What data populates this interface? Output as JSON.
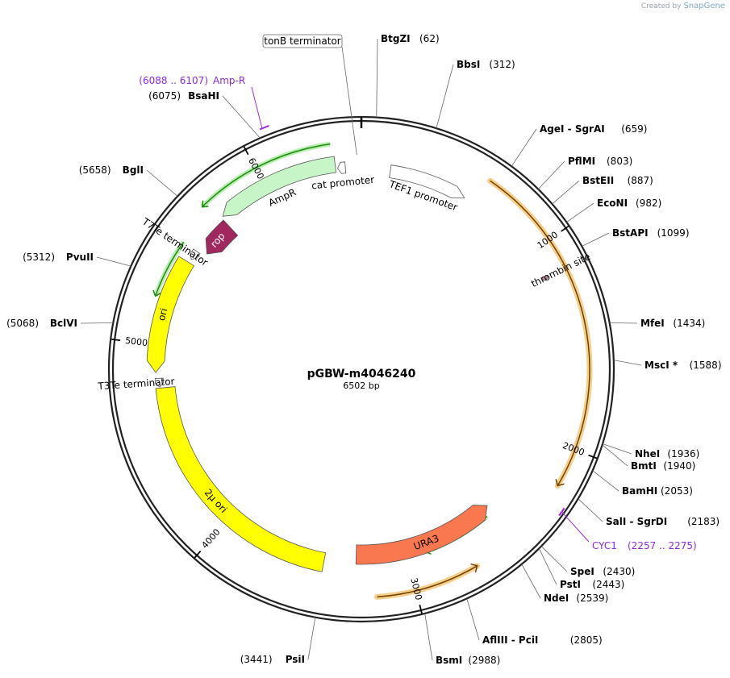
{
  "credit": {
    "prefix": "Created by",
    "brand": "SnapGene"
  },
  "plasmid": {
    "name": "pGBW-m4046240",
    "length_label": "6502 bp",
    "length": 6502
  },
  "colors": {
    "ring": "#222222",
    "orf": "#f0a818",
    "ampr": "#c8f5c8",
    "ori": "#ffff00",
    "ura3": "#fa7850",
    "rop": "#a0285f",
    "primer": "#9b30d9",
    "green": "#208a10"
  },
  "ticks": [
    {
      "bp": 1000,
      "label": "1000"
    },
    {
      "bp": 2000,
      "label": "2000"
    },
    {
      "bp": 3000,
      "label": "3000"
    },
    {
      "bp": 4000,
      "label": "4000"
    },
    {
      "bp": 5000,
      "label": "5000"
    },
    {
      "bp": 6000,
      "label": "6000"
    }
  ],
  "sites": [
    {
      "bp": 62,
      "name": "BtgZI",
      "pos": "(62)",
      "side": "R"
    },
    {
      "bp": 312,
      "name": "BbsI",
      "pos": "(312)",
      "side": "R"
    },
    {
      "bp": 659,
      "name": "AgeI - SgrAI",
      "pos": "(659)",
      "side": "R"
    },
    {
      "bp": 803,
      "name": "PflMI",
      "pos": "(803)",
      "side": "R"
    },
    {
      "bp": 887,
      "name": "BstEII",
      "pos": "(887)",
      "side": "R"
    },
    {
      "bp": 982,
      "name": "EcoNI",
      "pos": "(982)",
      "side": "R"
    },
    {
      "bp": 1099,
      "name": "BstAPI",
      "pos": "(1099)",
      "side": "R"
    },
    {
      "bp": 1434,
      "name": "MfeI",
      "pos": "(1434)",
      "side": "R"
    },
    {
      "bp": 1588,
      "name": "MscI *",
      "pos": "(1588)",
      "side": "R"
    },
    {
      "bp": 1936,
      "name": "NheI",
      "pos": "(1936)",
      "side": "R"
    },
    {
      "bp": 1940,
      "name": "BmtI",
      "pos": "(1940)",
      "side": "R"
    },
    {
      "bp": 2053,
      "name": "BamHI",
      "pos": "(2053)",
      "side": "R"
    },
    {
      "bp": 2183,
      "name": "SalI - SgrDI",
      "pos": "(2183)",
      "side": "R"
    },
    {
      "bp": 2430,
      "name": "SpeI",
      "pos": "(2430)",
      "side": "R"
    },
    {
      "bp": 2443,
      "name": "PstI",
      "pos": "(2443)",
      "side": "R"
    },
    {
      "bp": 2539,
      "name": "NdeI",
      "pos": "(2539)",
      "side": "R"
    },
    {
      "bp": 2805,
      "name": "AflIII - PciI",
      "pos": "(2805)",
      "side": "R"
    },
    {
      "bp": 2988,
      "name": "BsmI",
      "pos": "(2988)",
      "side": "R"
    },
    {
      "bp": 3441,
      "name": "PsiI",
      "pos": "(3441)",
      "side": "L"
    },
    {
      "bp": 5068,
      "name": "BclVI",
      "pos": "(5068)",
      "side": "L"
    },
    {
      "bp": 5312,
      "name": "PvuII",
      "pos": "(5312)",
      "side": "L"
    },
    {
      "bp": 5658,
      "name": "BglI",
      "pos": "(5658)",
      "side": "L"
    },
    {
      "bp": 6075,
      "name": "BsaHI",
      "pos": "(6075)",
      "side": "L"
    }
  ],
  "primers": [
    {
      "name": "Amp-R",
      "range": "(6088 .. 6107)",
      "start": 6088,
      "end": 6107
    },
    {
      "name": "CYC1",
      "range": "(2257 .. 2275)",
      "start": 2257,
      "end": 2275
    }
  ],
  "boxed_label": {
    "text": "tonB terminator",
    "bp": 6480
  },
  "features": [
    {
      "name": "TEF1 promoter",
      "start": 150,
      "end": 560,
      "dir": 1,
      "type": "promoter"
    },
    {
      "name": "thrombin site",
      "start": 1140,
      "end": 1160,
      "dir": 1,
      "type": "site"
    },
    {
      "name": "URA3",
      "start": 2480,
      "end": 3280,
      "dir": -1,
      "type": "ura3"
    },
    {
      "name": "2μ ori",
      "start": 3450,
      "end": 4780,
      "dir": 0,
      "type": "ori"
    },
    {
      "name": "T3Te terminator",
      "start": 4785,
      "end": 4830,
      "dir": -1,
      "type": "term"
    },
    {
      "name": "ori",
      "start": 4860,
      "end": 5450,
      "dir": -1,
      "type": "ori"
    },
    {
      "name": "T7Te terminator",
      "start": 5470,
      "end": 5520,
      "dir": -1,
      "type": "term"
    },
    {
      "name": "rop",
      "start": 5540,
      "end": 5730,
      "dir": -1,
      "type": "rop"
    },
    {
      "name": "AmpR",
      "start": 5740,
      "end": 6370,
      "dir": -1,
      "type": "ampr"
    },
    {
      "name": "cat promoter",
      "start": 6380,
      "end": 6420,
      "dir": -1,
      "type": "promoter"
    }
  ]
}
